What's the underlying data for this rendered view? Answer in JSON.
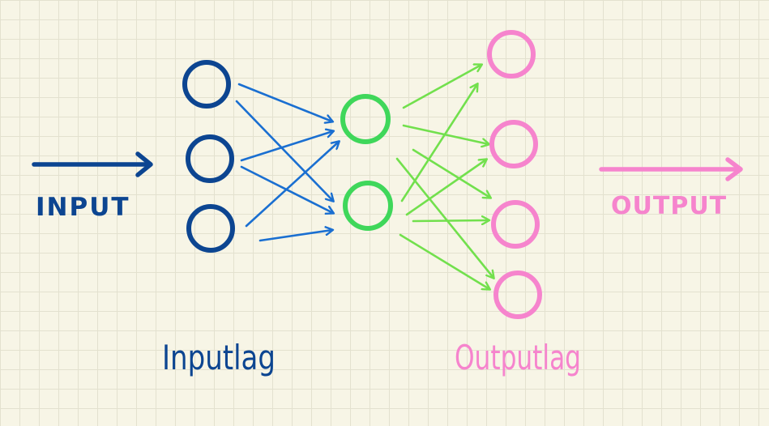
{
  "labels": {
    "input": "INPUT",
    "output": "OUTPUT",
    "input_layer": "Inputlag",
    "output_layer": "Outputlag"
  },
  "colors": {
    "input": "#0c4591",
    "input_edges": "#1a6fd1",
    "hidden": "#3fd75a",
    "hidden_edges": "#72e04d",
    "output": "#f684cd"
  },
  "network": {
    "input_nodes": 3,
    "hidden_nodes": 2,
    "output_nodes": 4
  }
}
